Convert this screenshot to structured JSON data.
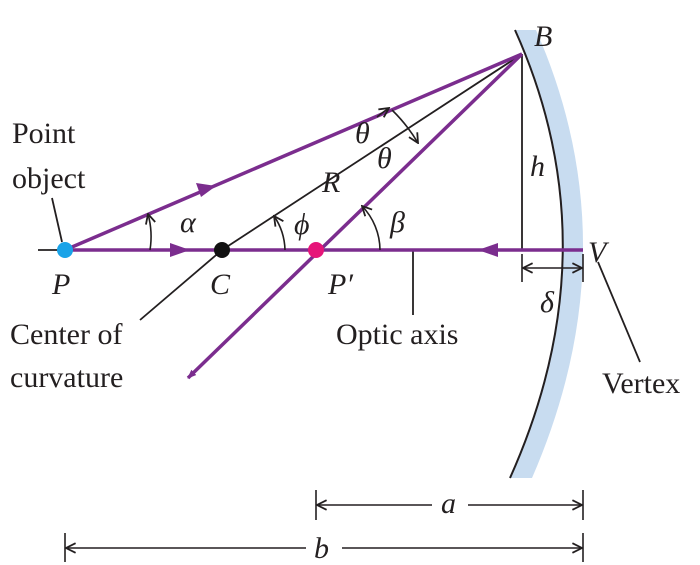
{
  "colors": {
    "ray": "#7b2d8e",
    "mirror": "#c8dcf0",
    "line": "#231f20",
    "point_p": "#1aa3e8",
    "point_p_prime": "#e6157a",
    "point_c": "#111111"
  },
  "labels": {
    "point_object_line1": "Point",
    "point_object_line2": "object",
    "p": "P",
    "c": "C",
    "p_prime": "P′",
    "r": "R",
    "b_point": "B",
    "v_point": "V",
    "h": "h",
    "alpha": "α",
    "phi": "ϕ",
    "beta": "β",
    "theta_top": "θ",
    "theta_bottom": "θ",
    "delta": "δ",
    "center_line1": "Center of",
    "center_line2": "curvature",
    "optic_axis": "Optic axis",
    "vertex": "Vertex",
    "dim_a": "a",
    "dim_b": "b"
  }
}
